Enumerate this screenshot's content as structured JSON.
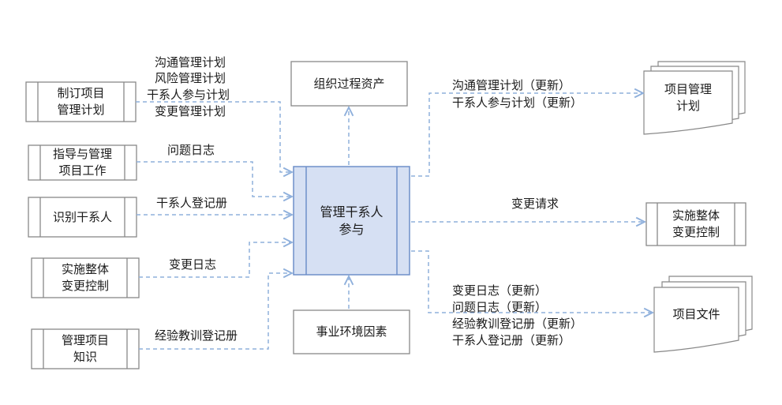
{
  "center": {
    "line1": "管理干系人",
    "line2": "参与"
  },
  "inputs": [
    {
      "line1": "制订项目",
      "line2": "管理计划",
      "label_lines": [
        "沟通管理计划",
        "风险管理计划",
        "干系人参与计划",
        "变更管理计划"
      ]
    },
    {
      "line1": "指导与管理",
      "line2": "项目工作",
      "label_lines": [
        "问题日志"
      ]
    },
    {
      "line1": "识别干系人",
      "line2": "",
      "label_lines": [
        "干系人登记册"
      ]
    },
    {
      "line1": "实施整体",
      "line2": "变更控制",
      "label_lines": [
        "变更日志"
      ]
    },
    {
      "line1": "管理项目",
      "line2": "知识",
      "label_lines": [
        "经验教训登记册"
      ]
    }
  ],
  "top_box": {
    "text": "组织过程资产"
  },
  "bottom_box": {
    "text": "事业环境因素"
  },
  "outputs": {
    "plan": {
      "line1": "项目管理",
      "line2": "计划",
      "label_lines": [
        "沟通管理计划（更新）",
        "干系人参与计划（更新）"
      ]
    },
    "change": {
      "line1": "实施整体",
      "line2": "变更控制",
      "label_lines": [
        "变更请求"
      ]
    },
    "docs": {
      "text": "项目文件",
      "label_lines": [
        "变更日志（更新）",
        "问题日志（更新）",
        "经验教训登记册（更新）",
        "干系人登记册（更新）"
      ]
    }
  },
  "colors": {
    "line": "#8fb0dc",
    "box_stroke": "#888888",
    "center_fill": "#d6e0f3",
    "center_stroke": "#6f8fc9"
  }
}
